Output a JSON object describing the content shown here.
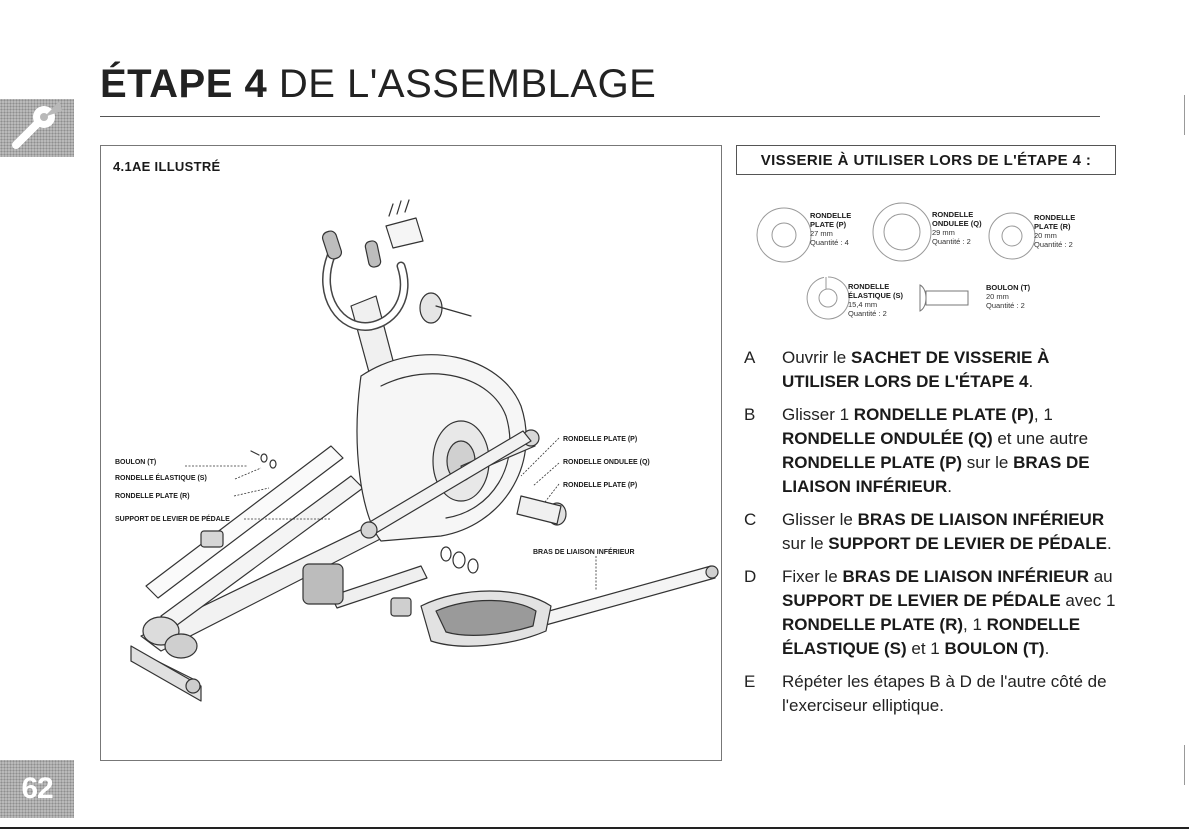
{
  "header": {
    "title_bold": "ÉTAPE 4",
    "title_rest": " DE L'ASSEMBLAGE"
  },
  "page": {
    "number": "62"
  },
  "illustration": {
    "label": "4.1AE ILLUSTRÉ",
    "callouts": {
      "boulon_t": "BOULON (T)",
      "rondelle_elastique_s": "RONDELLE ÉLASTIQUE (S)",
      "rondelle_plate_r": "RONDELLE PLATE (R)",
      "support_levier": "SUPPORT DE LEVIER DE PÉDALE",
      "rondelle_plate_p_1": "RONDELLE PLATE (P)",
      "rondelle_ondulee_q": "RONDELLE ONDULEE (Q)",
      "rondelle_plate_p_2": "RONDELLE PLATE (P)",
      "bras_liaison": "BRAS DE LIAISON INFÉRIEUR"
    }
  },
  "hardware": {
    "header": "VISSERIE À UTILISER LORS DE L'ÉTAPE 4 :",
    "items": [
      {
        "line1": "RONDELLE",
        "line2": "PLATE (P)",
        "size": "27 mm",
        "qty": "Quantité : 4"
      },
      {
        "line1": "RONDELLE",
        "line2": "ONDULEE (Q)",
        "size": "29 mm",
        "qty": "Quantité : 2"
      },
      {
        "line1": "RONDELLE",
        "line2": "PLATE (R)",
        "size": "20 mm",
        "qty": "Quantité : 2"
      },
      {
        "line1": "RONDELLE",
        "line2": "ÉLASTIQUE (S)",
        "size": "15,4 mm",
        "qty": "Quantité : 2"
      },
      {
        "line1": "BOULON (T)",
        "size": "20 mm",
        "qty": "Quantité : 2"
      }
    ]
  },
  "steps": {
    "a": {
      "letter": "A",
      "t1": "Ouvrir le ",
      "b1": "SACHET DE VISSERIE À UTILISER LORS DE L'ÉTAPE 4",
      "t2": "."
    },
    "b": {
      "letter": "B",
      "t1": "Glisser 1 ",
      "b1": "RONDELLE PLATE (P)",
      "t2": ", 1 ",
      "b2": "RONDELLE ONDULÉE (Q)",
      "t3": " et une autre ",
      "b3": "RONDELLE PLATE (P)",
      "t4": " sur le ",
      "b4": "BRAS DE LIAISON INFÉRIEUR",
      "t5": "."
    },
    "c": {
      "letter": "C",
      "t1": "Glisser le ",
      "b1": "BRAS DE LIAISON INFÉRIEUR",
      "t2": " sur le ",
      "b2": "SUPPORT DE LEVIER DE PÉDALE",
      "t3": "."
    },
    "d": {
      "letter": "D",
      "t1": "Fixer le ",
      "b1": "BRAS DE LIAISON INFÉRIEUR",
      "t2": " au ",
      "b2": "SUPPORT DE LEVIER DE PÉDALE",
      "t3": " avec 1 ",
      "b3": "RONDELLE PLATE (R)",
      "t4": ", 1 ",
      "b4": "RONDELLE ÉLASTIQUE (S)",
      "t5": " et 1 ",
      "b5": "BOULON (T)",
      "t6": "."
    },
    "e": {
      "letter": "E",
      "t1": "Répéter les étapes B à D de l'autre côté de l'exerciseur elliptique."
    }
  },
  "icons": {
    "tool_tab": "wrench-icon"
  }
}
